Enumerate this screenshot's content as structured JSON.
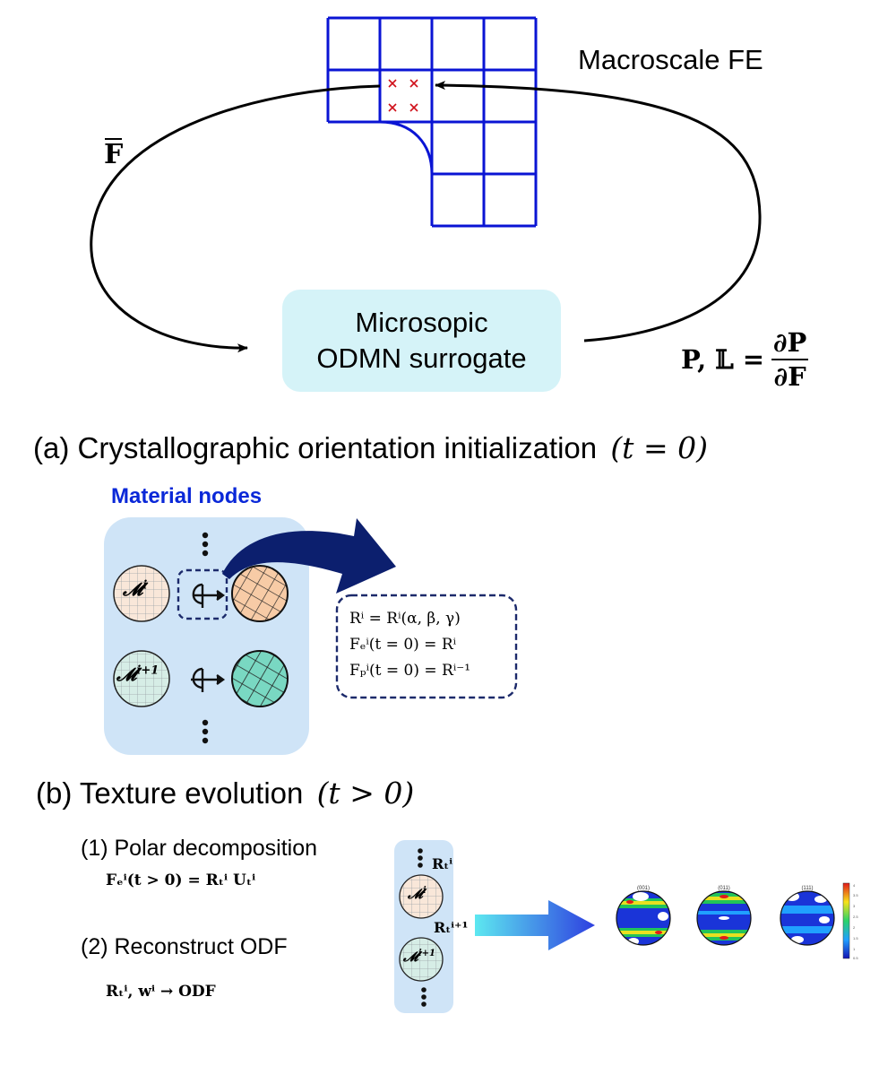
{
  "macro": {
    "title": "Macroscale FE",
    "input_label": "F",
    "output_label_left": "P, 𝕃 =",
    "output_frac_num": "∂P",
    "output_frac_den": "∂F"
  },
  "micro": {
    "line1": "Microsopic",
    "line2": "ODMN surrogate"
  },
  "section_a": {
    "title": "(a) Crystallographic orientation initialization",
    "condition": "(t = 0)",
    "nodes_label": "Material nodes",
    "node_i": "𝓜",
    "node_i_sup": "i",
    "node_i1": "𝓜",
    "node_i1_sup": "i+1",
    "eq1": "Rⁱ = Rⁱ(α, β, γ)",
    "eq2": "Fₑⁱ(t = 0) = Rⁱ",
    "eq3": "Fₚⁱ(t = 0) = Rⁱ⁻¹"
  },
  "section_b": {
    "title": "(b) Texture evolution",
    "condition": "(t > 0)",
    "step1": "(1) Polar decomposition",
    "step1_eq": "Fₑⁱ(t > 0) = Rₜⁱ Uₜⁱ",
    "step2": "(2) Reconstruct ODF",
    "step2_eq": "Rₜⁱ, wⁱ → ODF",
    "col_label_top": "Rₜⁱ",
    "col_label_bottom": "Rₜⁱ⁺¹",
    "pole_labels": [
      "(001)",
      "(011)",
      "(111)"
    ]
  },
  "colors": {
    "mesh_blue": "#0a14d4",
    "micro_box": "#d5f3f8",
    "nodes_panel": "#cfe4f7",
    "arrow_navy": "#0c1f6e",
    "dashed_navy": "#1c2a6b",
    "node_i_fill": "#f9e7d9",
    "node_i1_fill": "#d6ede6",
    "orange_fill": "#f7cba6",
    "teal_fill": "#79d8c2",
    "label_blue": "#0a28d8"
  }
}
